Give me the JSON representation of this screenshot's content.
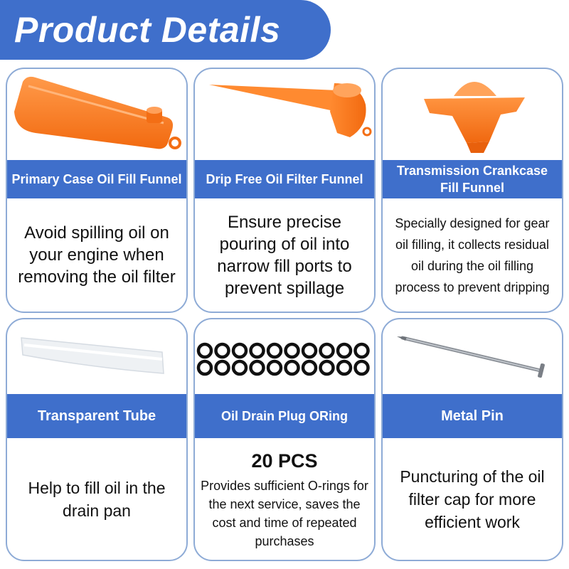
{
  "header": {
    "title": "Product Details"
  },
  "products": [
    {
      "label": "Primary Case Oil Fill Funnel",
      "description": "Avoid spilling oil on your engine when removing the oil filter"
    },
    {
      "label": "Drip Free Oil Filter Funnel",
      "description": "Ensure precise pouring of oil into narrow fill ports to prevent spillage"
    },
    {
      "label": "Transmission Crankcase Fill Funnel",
      "description": "Specially designed for gear oil filling, it collects residual oil during the oil filling process to prevent dripping"
    },
    {
      "label": "Transparent Tube",
      "description": "Help to fill oil in the drain pan"
    },
    {
      "label": "Oil Drain Plug ORing",
      "quantity": "20 PCS",
      "description": "Provides sufficient O-rings for the next service, saves the cost and time of repeated purchases"
    },
    {
      "label": "Metal Pin",
      "description": "Puncturing of the oil filter cap for more efficient work"
    }
  ],
  "colors": {
    "accent": "#3f6fcb",
    "card_border": "#8eabd6",
    "funnel_orange": "#ff7a1f",
    "oring": "#111111",
    "pin": "#8a8f96"
  },
  "icons": {
    "p1": "primary-case-funnel-image",
    "p2": "drip-free-funnel-image",
    "p3": "crankcase-funnel-image",
    "p4": "transparent-tube-image",
    "p5": "orings-image",
    "p6": "metal-pin-image"
  }
}
